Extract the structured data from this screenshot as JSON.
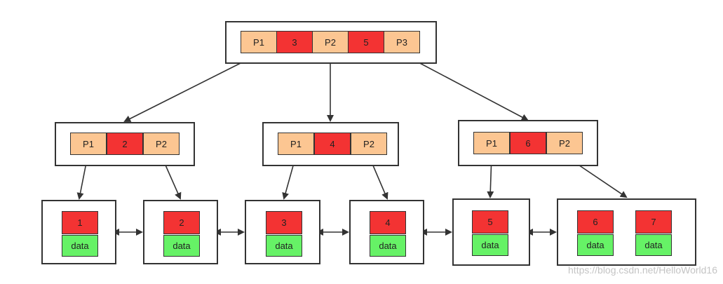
{
  "root": {
    "cells": [
      {
        "kind": "pointer",
        "text": "P1"
      },
      {
        "kind": "key",
        "text": "3"
      },
      {
        "kind": "pointer",
        "text": "P2"
      },
      {
        "kind": "key",
        "text": "5"
      },
      {
        "kind": "pointer",
        "text": "P3"
      }
    ]
  },
  "internal": [
    {
      "cells": [
        {
          "kind": "pointer",
          "text": "P1"
        },
        {
          "kind": "key",
          "text": "2"
        },
        {
          "kind": "pointer",
          "text": "P2"
        }
      ]
    },
    {
      "cells": [
        {
          "kind": "pointer",
          "text": "P1"
        },
        {
          "kind": "key",
          "text": "4"
        },
        {
          "kind": "pointer",
          "text": "P2"
        }
      ]
    },
    {
      "cells": [
        {
          "kind": "pointer",
          "text": "P1"
        },
        {
          "kind": "key",
          "text": "6"
        },
        {
          "kind": "pointer",
          "text": "P2"
        }
      ]
    }
  ],
  "leaves": [
    {
      "records": [
        {
          "key": "1",
          "data": "data"
        }
      ]
    },
    {
      "records": [
        {
          "key": "2",
          "data": "data"
        }
      ]
    },
    {
      "records": [
        {
          "key": "3",
          "data": "data"
        }
      ]
    },
    {
      "records": [
        {
          "key": "4",
          "data": "data"
        }
      ]
    },
    {
      "records": [
        {
          "key": "5",
          "data": "data"
        }
      ]
    },
    {
      "records": [
        {
          "key": "6",
          "data": "data"
        },
        {
          "key": "7",
          "data": "data"
        }
      ]
    }
  ],
  "colors": {
    "pointer": "#fcc692",
    "key": "#f33333",
    "data": "#66f266",
    "stroke": "#333333"
  },
  "watermark": "https://blog.csdn.net/HelloWorld16"
}
